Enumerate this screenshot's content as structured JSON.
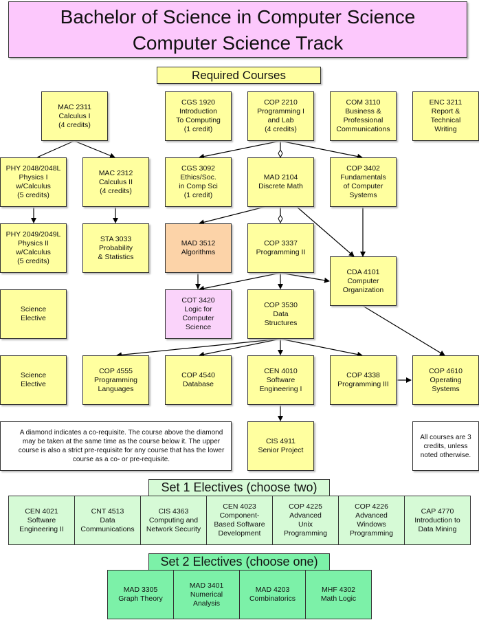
{
  "title": {
    "line1": "Bachelor of Science in Computer Science",
    "line2": "Computer Science Track"
  },
  "required_header": "Required Courses",
  "courses": {
    "mac2311": "MAC 2311\nCalculus I\n(4 credits)",
    "cgs1920": "CGS 1920\nIntroduction\nTo Computing\n(1 credit)",
    "cop2210": "COP 2210\nProgramming I\nand Lab\n(4 credits)",
    "com3110": "COM 3110\nBusiness &\nProfessional\nCommunications",
    "enc3211": "ENC 3211\nReport &\nTechnical\nWriting",
    "phy2048": "PHY 2048/2048L\nPhysics I\nw/Calculus\n(5 credits)",
    "mac2312": "MAC 2312\nCalculus II\n(4 credits)",
    "cgs3092": "CGS 3092\nEthics/Soc.\nin Comp Sci\n(1 credit)",
    "mad2104": "MAD 2104\nDiscrete Math",
    "cop3402": "COP 3402\nFundamentals\nof Computer\nSystems",
    "phy2049": "PHY 2049/2049L\nPhysics II\nw/Calculus\n(5 credits)",
    "sta3033": "STA 3033\nProbability\n& Statistics",
    "mad3512": "MAD 3512\nAlgorithms",
    "cop3337": "COP 3337\nProgramming II",
    "cda4101": "CDA 4101\nComputer\nOrganization",
    "sci_elective_1": "Science\nElective",
    "cot3420": "COT 3420\nLogic for\nComputer\nScience",
    "cop3530": "COP 3530\nData\nStructures",
    "sci_elective_2": "Science\nElective",
    "cop4555": "COP 4555\nProgramming\nLanguages",
    "cop4540": "COP 4540\nDatabase",
    "cen4010": "CEN 4010\nSoftware\nEngineering I",
    "cop4338": "COP 4338\nProgramming III",
    "cop4610": "COP 4610\nOperating\nSystems",
    "cis4911": "CIS 4911\nSenior Project"
  },
  "legend_text": "A diamond indicates a co-requisite. The course above the diamond may be taken at the same time as the course below it. The upper course is also a strict pre-requisite for any course that has the lower course as a co- or pre-requisite.",
  "credits_note": "All courses are 3 credits, unless noted otherwise.",
  "set1": {
    "header": "Set 1 Electives (choose two)",
    "courses": [
      "CEN 4021\nSoftware\nEngineering II",
      "CNT 4513\nData\nCommunications",
      "CIS 4363\nComputing and\nNetwork Security",
      "CEN 4023\nComponent-\nBased Software\nDevelopment",
      "COP 4225\nAdvanced\nUnix\nProgramming",
      "COP 4226\nAdvanced\nWindows\nProgramming",
      "CAP 4770\nIntroduction to\nData Mining"
    ]
  },
  "set2": {
    "header": "Set 2 Electives (choose one)",
    "courses": [
      "MAD 3305\nGraph Theory",
      "MAD 3401\nNumerical\nAnalysis",
      "MAD 4203\nCombinatorics",
      "MHF 4302\nMath Logic"
    ]
  },
  "colors": {
    "title_bg": "#fcc8fc",
    "required_bg": "#ffff9f",
    "algorithms_bg": "#fcd3a8",
    "logic_bg": "#fad3fa",
    "set1_bg": "#d6fad6",
    "set2_bg": "#7cf1a8"
  }
}
